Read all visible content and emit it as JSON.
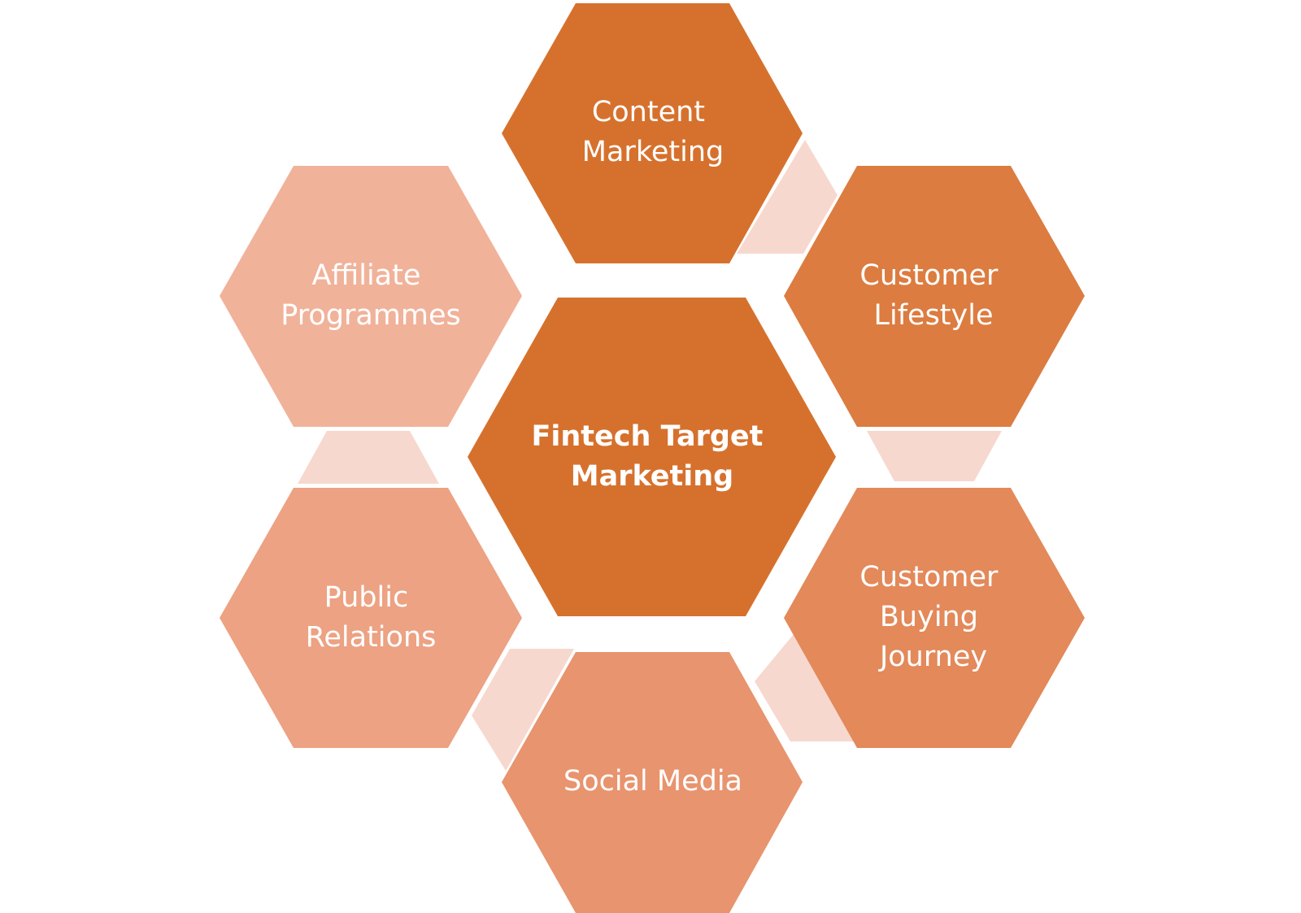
{
  "diagram": {
    "center": {
      "lines": [
        "Fintech Target",
        "Marketing"
      ],
      "color": "#D6712D"
    },
    "nodes": [
      {
        "id": "content-marketing",
        "lines": [
          "Content",
          "Marketing"
        ],
        "color": "#D6712D"
      },
      {
        "id": "customer-lifestyle",
        "lines": [
          "Customer",
          "Lifestyle"
        ],
        "color": "#DC7C40"
      },
      {
        "id": "customer-buying-journey",
        "lines": [
          "Customer",
          "Buying",
          "Journey"
        ],
        "color": "#E3895A"
      },
      {
        "id": "social-media",
        "lines": [
          "Social Media"
        ],
        "color": "#E8946E"
      },
      {
        "id": "public-relations",
        "lines": [
          "Public",
          "Relations"
        ],
        "color": "#ECA283"
      },
      {
        "id": "affiliate-programmes",
        "lines": [
          "Affiliate",
          "Programmes"
        ],
        "color": "#F1B29A"
      }
    ],
    "connector_color": "#F7D8CE"
  }
}
